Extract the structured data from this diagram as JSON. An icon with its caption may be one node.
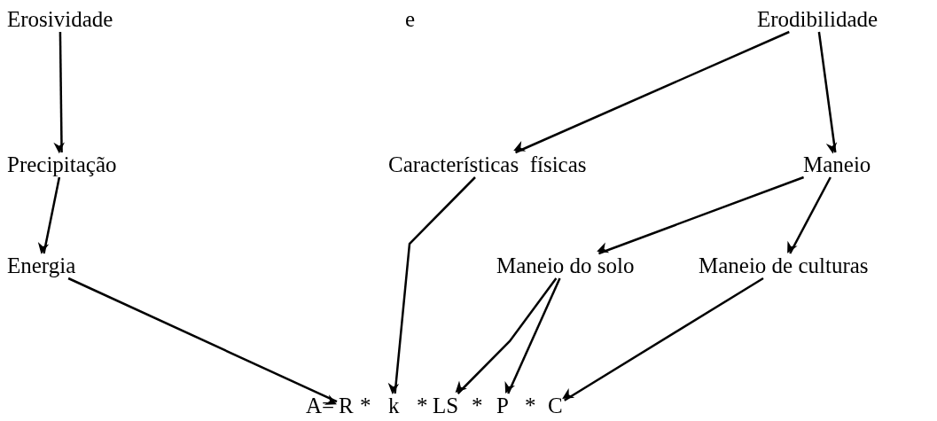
{
  "diagram": {
    "nodes": [
      {
        "text": [
          "Erosividade"
        ]
      },
      {
        "text": [
          "Erodibilidade"
        ]
      },
      {
        "text": [
          "Precipitação"
        ]
      },
      {
        "text": [
          "Características  físicas"
        ]
      },
      {
        "text": [
          "Maneio"
        ]
      },
      {
        "text": [
          "Energia"
        ]
      },
      {
        "text": [
          "Maneio do solo"
        ]
      },
      {
        "text": [
          "Maneio de culturas"
        ]
      },
      {
        "text": [
          "R"
        ]
      },
      {
        "text": [
          "k"
        ]
      },
      {
        "text": [
          "LS"
        ]
      },
      {
        "text": [
          "P"
        ]
      },
      {
        "text": [
          "C"
        ]
      }
    ],
    "edges": [
      {
        "from": 0,
        "to": 2,
        "arrow": "to"
      },
      {
        "from": 2,
        "to": 5,
        "arrow": "to"
      },
      {
        "from": 1,
        "to": 3,
        "arrow": "to"
      },
      {
        "from": 1,
        "to": 4,
        "arrow": "to"
      },
      {
        "from": 3,
        "to": 9,
        "arrow": "to"
      },
      {
        "from": 4,
        "to": 6,
        "arrow": "to"
      },
      {
        "from": 4,
        "to": 7,
        "arrow": "to"
      },
      {
        "from": 5,
        "to": 8,
        "arrow": "to"
      },
      {
        "from": 6,
        "to": 10,
        "arrow": "to"
      },
      {
        "from": 6,
        "to": 11,
        "arrow": "to"
      },
      {
        "from": 7,
        "to": 12,
        "arrow": "to"
      }
    ],
    "labels": [
      "e",
      "A=",
      "*",
      "*",
      "*",
      "*"
    ]
  }
}
